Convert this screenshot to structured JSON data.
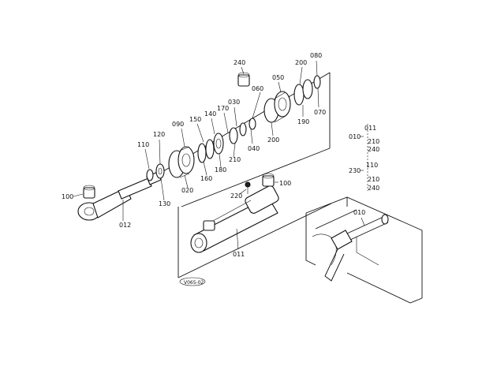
{
  "labels": {
    "p240_top": "240",
    "p060": "060",
    "p050": "050",
    "p200_top": "200",
    "p080": "080",
    "p070": "070",
    "p190": "190",
    "p200_mid": "200",
    "p040": "040",
    "p030": "030",
    "p170": "170",
    "p140": "140",
    "p150": "150",
    "p210_mid": "210",
    "p090": "090",
    "p180": "180",
    "p160": "160",
    "p120": "120",
    "p110": "110",
    "p020": "020",
    "p130": "130",
    "p100_left": "100",
    "p012": "012",
    "p220": "220",
    "p100_right": "100",
    "p011_main": "011",
    "ref_code": "V065-02"
  },
  "legend": {
    "g1_head": "010",
    "g1_items": [
      "011",
      "210",
      "240"
    ],
    "g2_head": "230",
    "g2_items": [
      "110",
      "210",
      "240"
    ]
  },
  "inset": {
    "label": "010"
  }
}
